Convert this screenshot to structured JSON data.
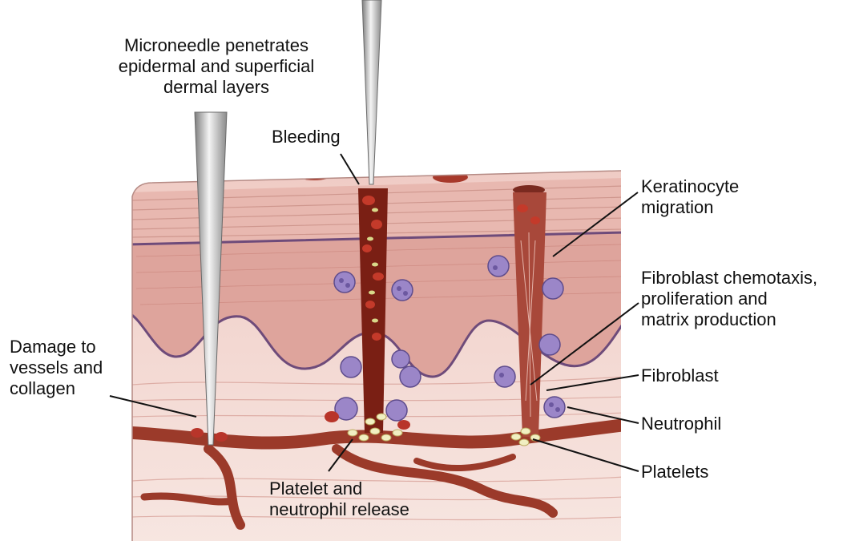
{
  "labels": {
    "microneedle": "Microneedle penetrates\nepidermal and superficial\ndermal layers",
    "bleeding": "Bleeding",
    "keratinocyte": "Keratinocyte\nmigration",
    "fibroblast_chemotaxis": "Fibroblast chemotaxis,\nproliferation and\nmatrix production",
    "fibroblast": "Fibroblast",
    "neutrophil": "Neutrophil",
    "platelets": "Platelets",
    "damage": "Damage to\nvessels and\ncollagen",
    "platelet_release": "Platelet and\nneutrophil release"
  },
  "colors": {
    "skin_top": "#f2d6cf",
    "epidermis": "#e6b2aa",
    "dermis": "#f4ddd6",
    "vessel": "#9b3a2a",
    "neutrophil": "#9b86c8",
    "platelet": "#f1efc2",
    "needle": "#b9b9b9"
  }
}
